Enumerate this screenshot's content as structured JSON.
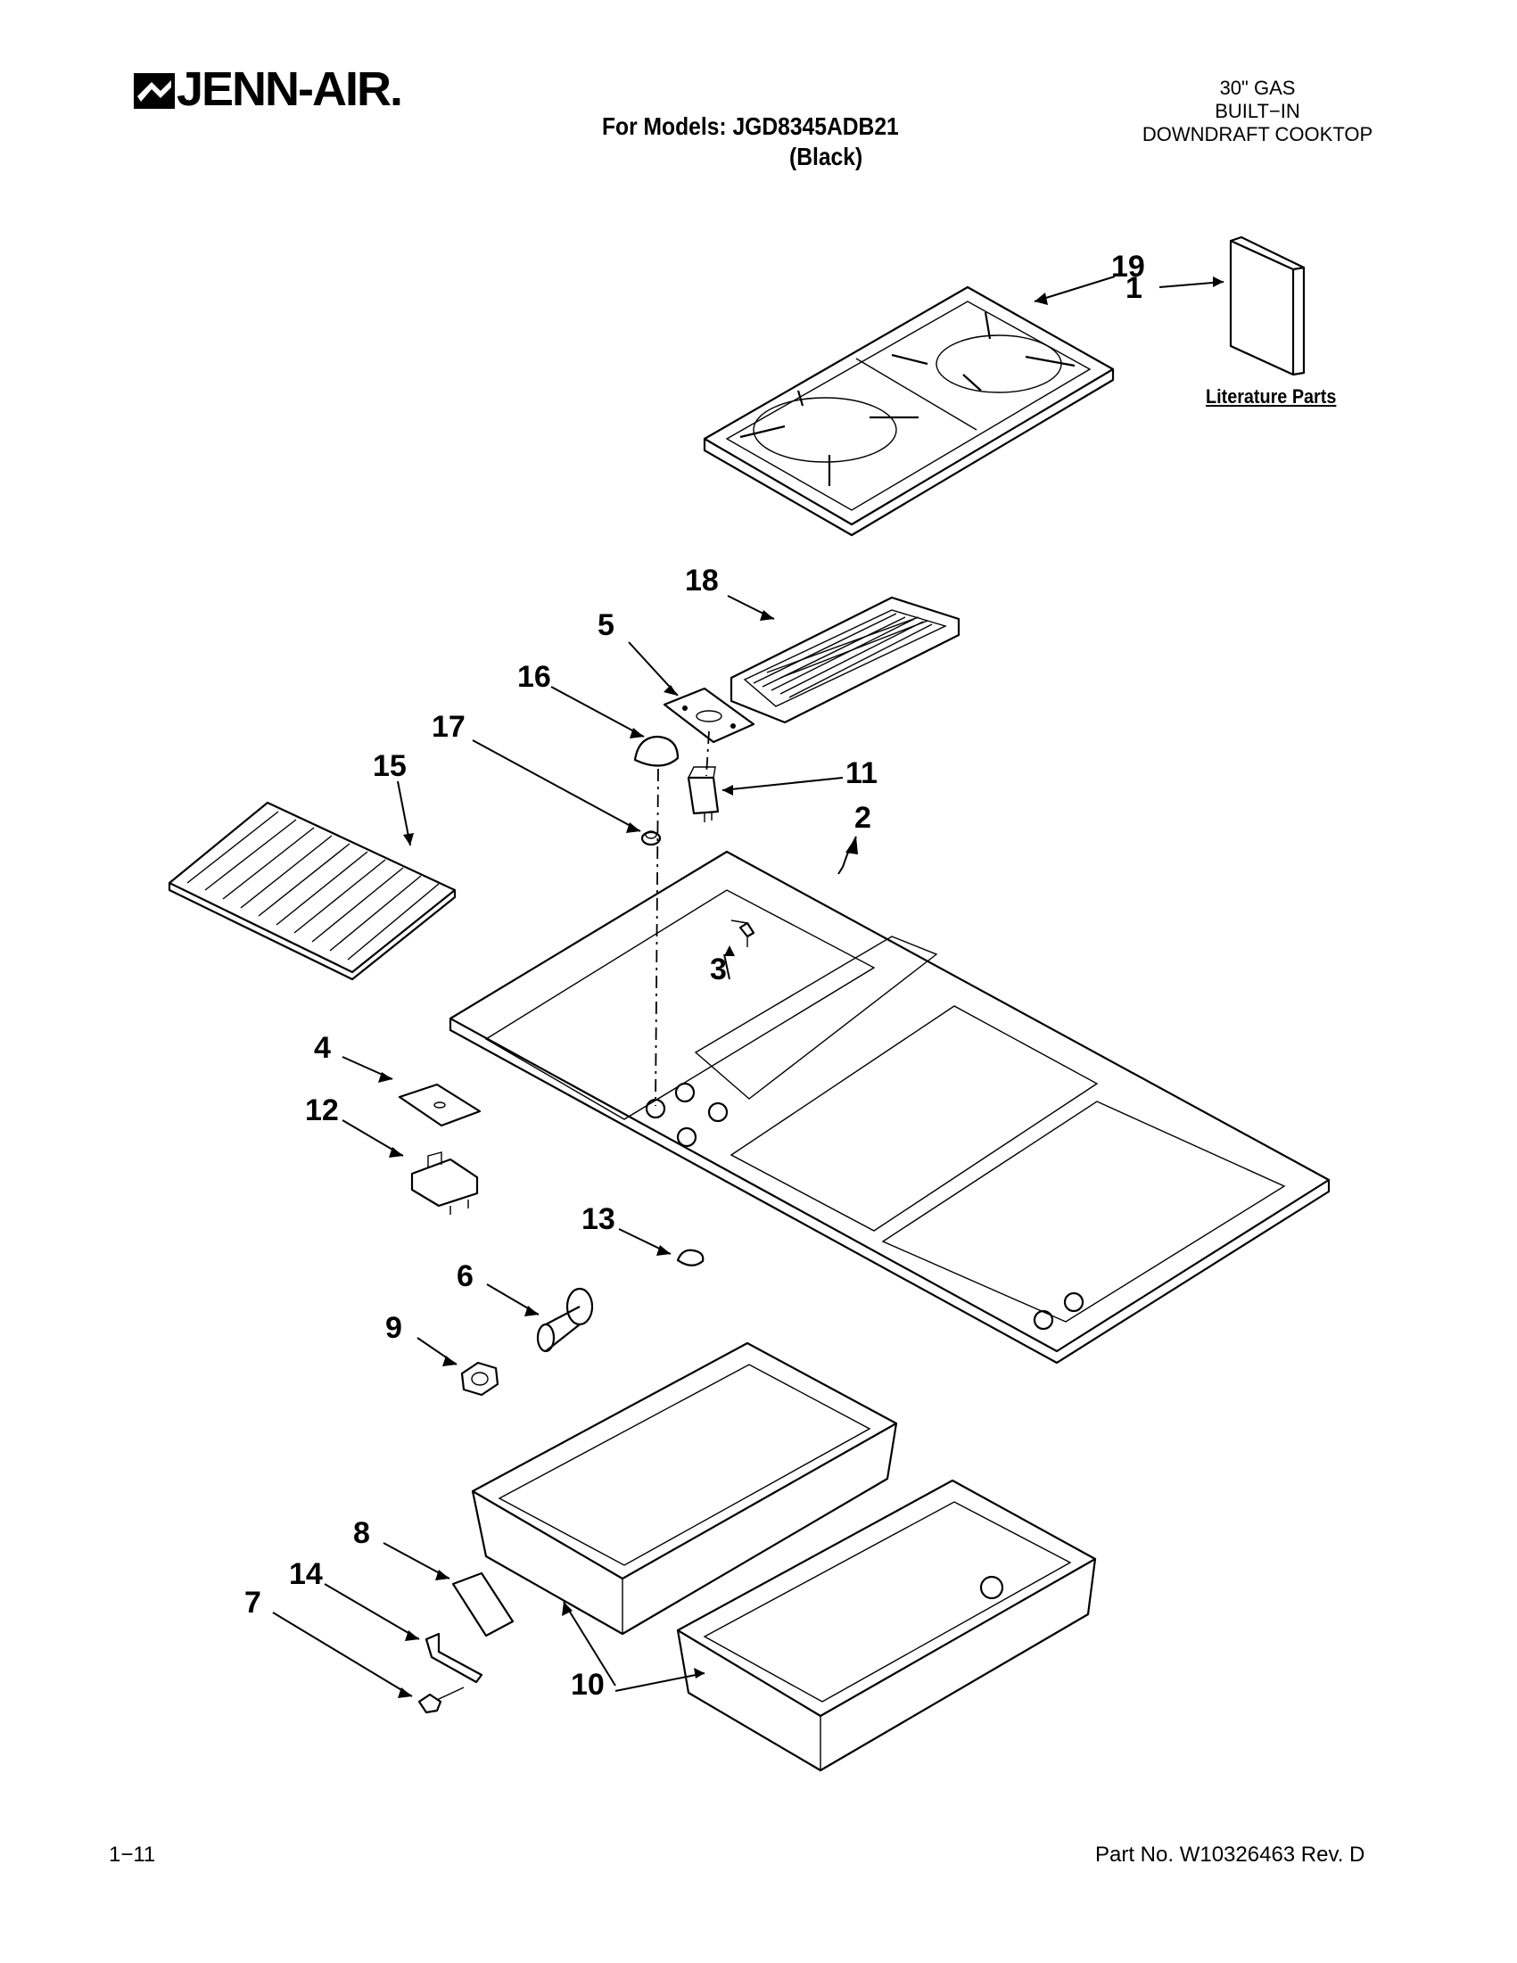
{
  "brand": {
    "name": "JENN-AIR."
  },
  "header": {
    "model_label": "For Models: JGD8345ADB21",
    "color_label": "(Black)",
    "title_lines": [
      "30\" GAS",
      "BUILT−IN",
      "DOWNDRAFT COOKTOP"
    ]
  },
  "literature_label": "Literature Parts",
  "callouts": {
    "c1": "1",
    "c2": "2",
    "c3": "3",
    "c4": "4",
    "c5": "5",
    "c6": "6",
    "c7": "7",
    "c8": "8",
    "c9": "9",
    "c10": "10",
    "c11": "11",
    "c12": "12",
    "c13": "13",
    "c14": "14",
    "c15": "15",
    "c16": "16",
    "c17": "17",
    "c18": "18",
    "c19": "19"
  },
  "footer": {
    "page": "1−11",
    "part_no": "Part No. W10326463 Rev. D"
  }
}
